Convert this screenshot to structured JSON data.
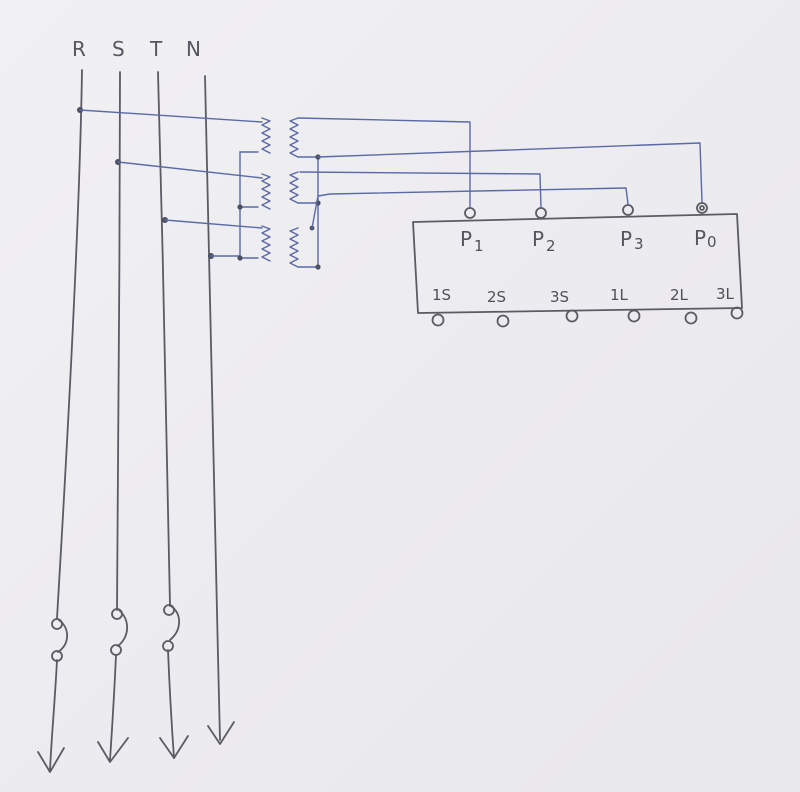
{
  "phases": [
    "R",
    "S",
    "T",
    "N"
  ],
  "ct_labels": [
    "P1",
    "P2",
    "P3",
    "P0"
  ],
  "ct_subs": [
    "1",
    "2",
    "3",
    "0"
  ],
  "ct_letters": [
    "P",
    "P",
    "P",
    "P"
  ],
  "terminal_labels": [
    "1S",
    "2S",
    "3S",
    "1L",
    "2L",
    "3L"
  ],
  "colors": {
    "pencil": "#5a5b63",
    "pen": "#5a6aa6",
    "paper": "#eeedf0"
  }
}
